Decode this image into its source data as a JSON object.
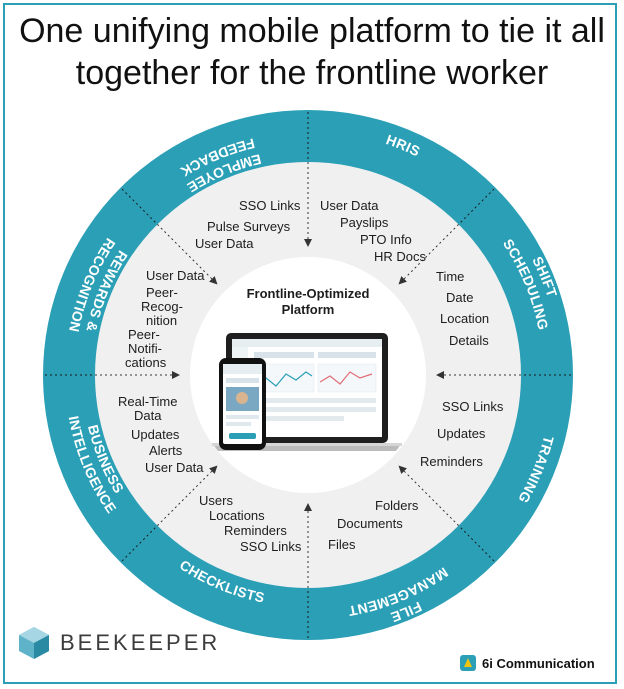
{
  "title": "One unifying mobile platform to tie it all together for the frontline worker",
  "colors": {
    "ring": "#2a9fb6",
    "inner_disc": "#f0f0f0",
    "text": "#1d1d1d"
  },
  "center": {
    "title_line1": "Frontline-Optimized",
    "title_line2": "Platform"
  },
  "segments": [
    {
      "id": "hris",
      "label_lines": [
        "HRIS"
      ],
      "items": [
        "User Data",
        "Payslips",
        "PTO Info",
        "HR Docs"
      ]
    },
    {
      "id": "shift-scheduling",
      "label_lines": [
        "SHIFT",
        "SCHEDULING"
      ],
      "items": [
        "Time",
        "Date",
        "Location",
        "Details"
      ]
    },
    {
      "id": "training",
      "label_lines": [
        "TRAINING"
      ],
      "items": [
        "SSO Links",
        "Updates",
        "Reminders"
      ]
    },
    {
      "id": "file-management",
      "label_lines": [
        "FILE",
        "MANAGEMENT"
      ],
      "items": [
        "Folders",
        "Documents",
        "Files"
      ]
    },
    {
      "id": "checklists",
      "label_lines": [
        "CHECKLISTS"
      ],
      "items": [
        "Users",
        "Locations",
        "Reminders",
        "SSO Links"
      ]
    },
    {
      "id": "business-intelligence",
      "label_lines": [
        "BUSINESS",
        "INTELLIGENCE"
      ],
      "items": [
        "Real-Time",
        "Data",
        "Updates",
        "Alerts",
        "User Data"
      ]
    },
    {
      "id": "rewards-recognition",
      "label_lines": [
        "REWARDS &",
        "RECOGNITION"
      ],
      "items": [
        "User Data",
        "Peer-",
        "Recog-",
        "nition",
        "Peer-",
        "Notifi-",
        "cations"
      ]
    },
    {
      "id": "employee-feedback",
      "label_lines": [
        "EMPLOYEE",
        "FEEDBACK"
      ],
      "items": [
        "SSO Links",
        "Pulse Surveys",
        "User Data"
      ]
    }
  ],
  "brand": {
    "logo_text": "BEEKEEPER",
    "logo_icon": "hexagon-cube-icon"
  },
  "credit": {
    "text": "6i Communication",
    "icon": "6i-logo-icon"
  }
}
